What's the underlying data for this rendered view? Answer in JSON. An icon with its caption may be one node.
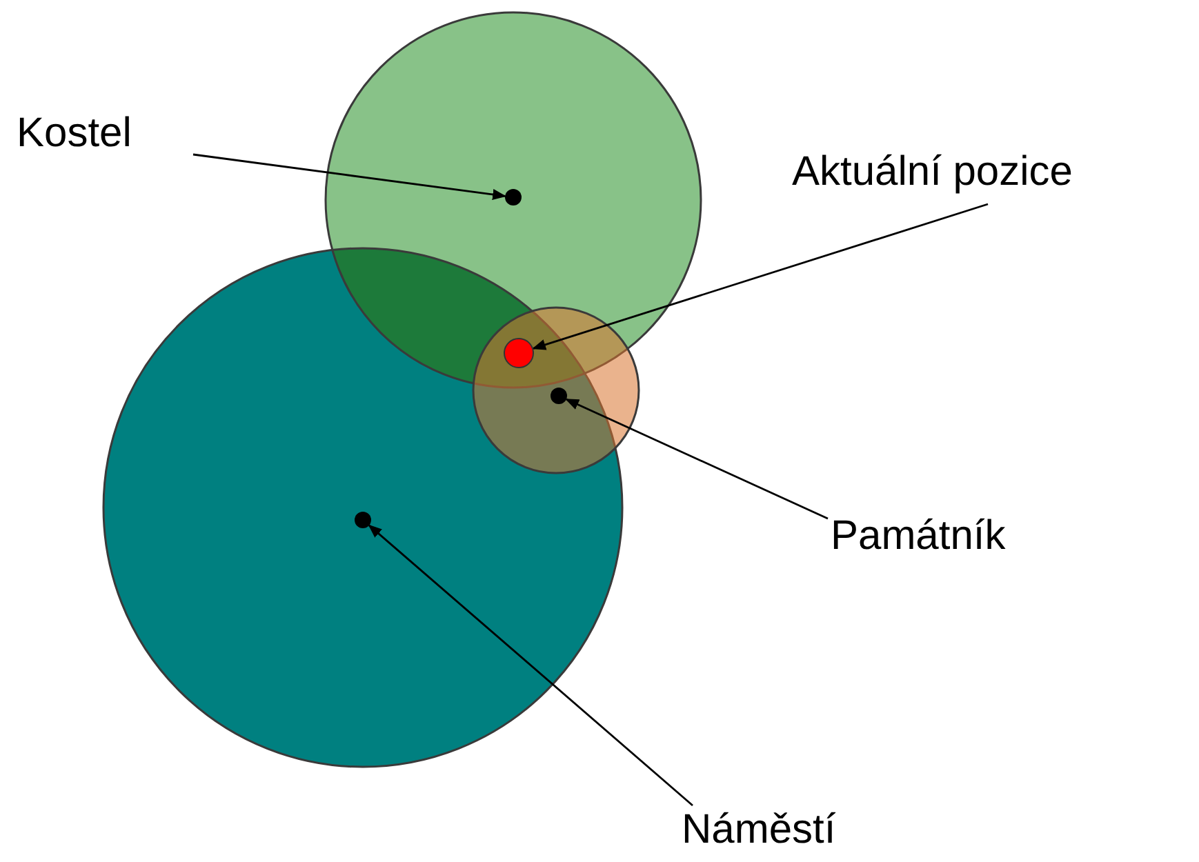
{
  "diagram": {
    "nodes": [
      {
        "text": [
          "Kostel"
        ]
      },
      {
        "text": [],
        "shape": "circle"
      },
      {
        "text": [
          "Aktuální pozice"
        ]
      },
      {
        "text": [],
        "shape": "circle"
      },
      {
        "text": [],
        "shape": "circle"
      },
      {
        "text": [
          "Památník"
        ]
      },
      {
        "text": [],
        "shape": "circle"
      },
      {
        "text": [
          "Náměstí"
        ]
      }
    ],
    "edges": [
      {
        "from": 0,
        "to": 1,
        "arrow": "to"
      },
      {
        "from": 2,
        "to": 3,
        "arrow": "to"
      },
      {
        "from": 5,
        "to": 4,
        "arrow": "to"
      },
      {
        "from": 7,
        "to": 6,
        "arrow": "to"
      }
    ]
  }
}
